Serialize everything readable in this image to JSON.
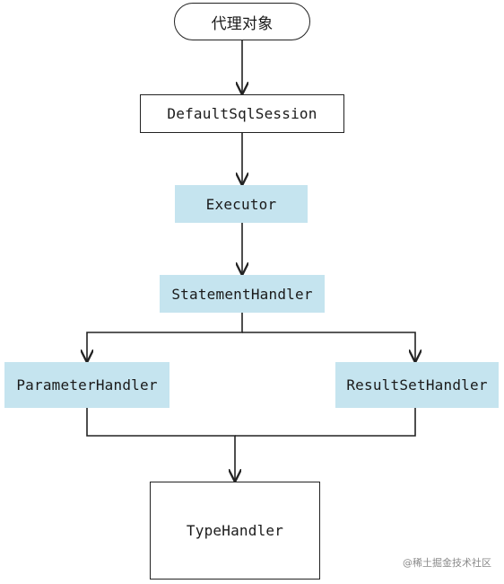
{
  "diagram": {
    "nodes": {
      "proxy": "代理对象",
      "session": "DefaultSqlSession",
      "executor": "Executor",
      "statement": "StatementHandler",
      "parameter": "ParameterHandler",
      "resultset": "ResultSetHandler",
      "typehandler": "TypeHandler"
    },
    "edges": [
      {
        "from": "proxy",
        "to": "session"
      },
      {
        "from": "session",
        "to": "executor"
      },
      {
        "from": "executor",
        "to": "statement"
      },
      {
        "from": "statement",
        "to": "parameter"
      },
      {
        "from": "statement",
        "to": "resultset"
      },
      {
        "from": "parameter",
        "to": "typehandler"
      },
      {
        "from": "resultset",
        "to": "typehandler"
      }
    ],
    "colors": {
      "highlight_fill": "#c5e4ef",
      "line": "#222222"
    }
  },
  "watermark": "@稀土掘金技术社区"
}
